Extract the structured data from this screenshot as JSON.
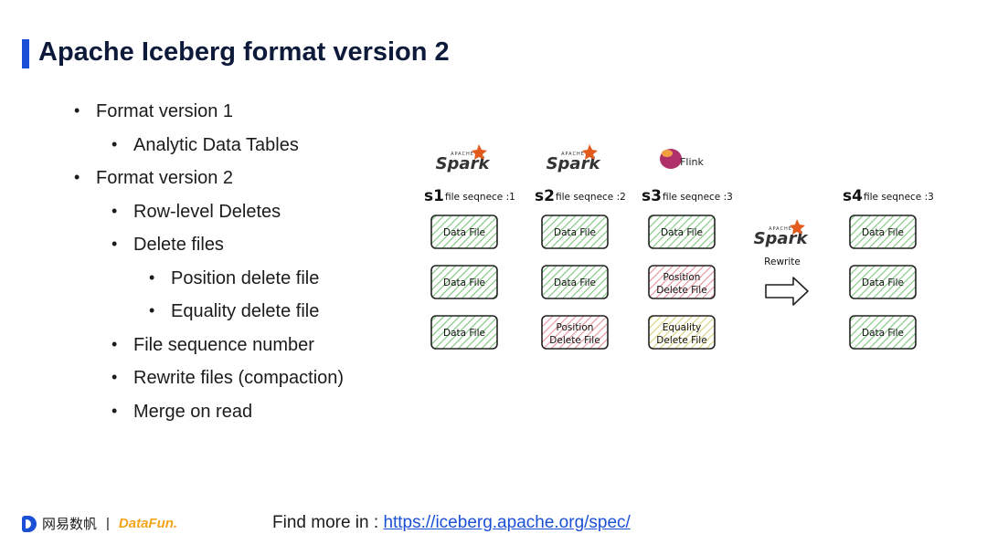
{
  "header": {
    "title": "Apache Iceberg format version 2"
  },
  "bullets": [
    {
      "text": "Format version 1",
      "level": 1
    },
    {
      "text": "Analytic Data Tables",
      "level": 2
    },
    {
      "text": "Format version 2",
      "level": 1
    },
    {
      "text": "Row-level Deletes",
      "level": 2
    },
    {
      "text": "Delete files",
      "level": 2
    },
    {
      "text": "Position delete file",
      "level": 3
    },
    {
      "text": "Equality delete file",
      "level": 3
    },
    {
      "text": "File sequence number",
      "level": 2
    },
    {
      "text": "Rewrite files (compaction)",
      "level": 2
    },
    {
      "text": "Merge on read",
      "level": 2
    }
  ],
  "diagram": {
    "columns": [
      {
        "engine": "Spark",
        "label": "s1",
        "seq": "file seqnece :1",
        "files": [
          {
            "line1": "Data File",
            "line2": "",
            "kind": "data"
          },
          {
            "line1": "Data File",
            "line2": "",
            "kind": "data"
          },
          {
            "line1": "Data File",
            "line2": "",
            "kind": "data"
          }
        ]
      },
      {
        "engine": "Spark",
        "label": "s2",
        "seq": "file seqnece :2",
        "files": [
          {
            "line1": "Data File",
            "line2": "",
            "kind": "data"
          },
          {
            "line1": "Data File",
            "line2": "",
            "kind": "data"
          },
          {
            "line1": "Position",
            "line2": "Delete File",
            "kind": "position"
          }
        ]
      },
      {
        "engine": "Flink",
        "label": "s3",
        "seq": "file seqnece :3",
        "files": [
          {
            "line1": "Data File",
            "line2": "",
            "kind": "data"
          },
          {
            "line1": "Position",
            "line2": "Delete File",
            "kind": "position"
          },
          {
            "line1": "Equality",
            "line2": "Delete File",
            "kind": "equality"
          }
        ]
      },
      {
        "engine": "",
        "label": "s4",
        "seq": "file seqnece :3",
        "files": [
          {
            "line1": "Data File",
            "line2": "",
            "kind": "data"
          },
          {
            "line1": "Data File",
            "line2": "",
            "kind": "data"
          },
          {
            "line1": "Data File",
            "line2": "",
            "kind": "data"
          }
        ]
      }
    ],
    "rewrite": {
      "engine": "Spark",
      "label": "Rewrite"
    },
    "colors": {
      "data": "#7cc47c",
      "position": "#e8909a",
      "equality": "#d6d27a",
      "spark": "#e25a1c",
      "flink": "#b0306a"
    }
  },
  "footer": {
    "brand_cn": "网易数帆",
    "brand_sep": "|",
    "brand_df": "DataFun.",
    "prefix": "Find more in : ",
    "link": "https://iceberg.apache.org/spec/"
  }
}
